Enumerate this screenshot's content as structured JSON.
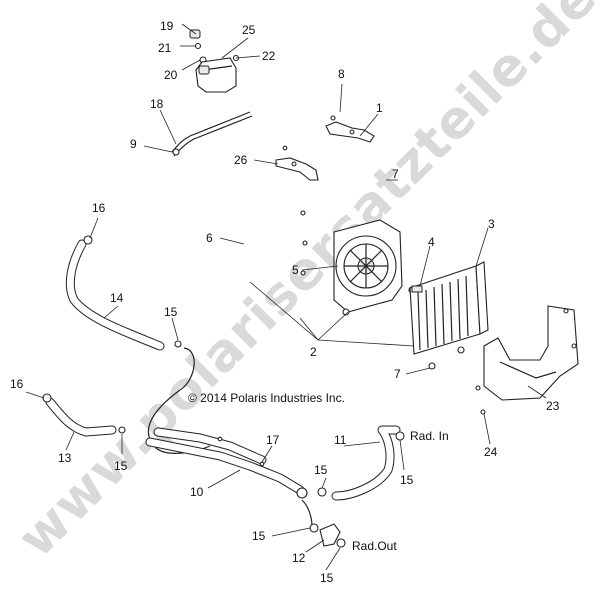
{
  "watermark": "www.polarisersatzteile.de",
  "copyright": "© 2014 Polaris Industries Inc.",
  "callouts": {
    "c1": "1",
    "c2": "2",
    "c3": "3",
    "c4": "4",
    "c5": "5",
    "c6": "6",
    "c7a": "7",
    "c7b": "7",
    "c8": "8",
    "c9": "9",
    "c10": "10",
    "c11": "11",
    "c12": "12",
    "c13": "13",
    "c14": "14",
    "c15a": "15",
    "c15b": "15",
    "c15c": "15",
    "c15d": "15",
    "c15e": "15",
    "c15f": "15",
    "c16a": "16",
    "c16b": "16",
    "c17": "17",
    "c18": "18",
    "c19": "19",
    "c20": "20",
    "c21": "21",
    "c22": "22",
    "c23": "23",
    "c24": "24",
    "c25": "25",
    "c26": "26"
  },
  "labels": {
    "rad_in": "Rad. In",
    "rad_out": "Rad.Out"
  }
}
